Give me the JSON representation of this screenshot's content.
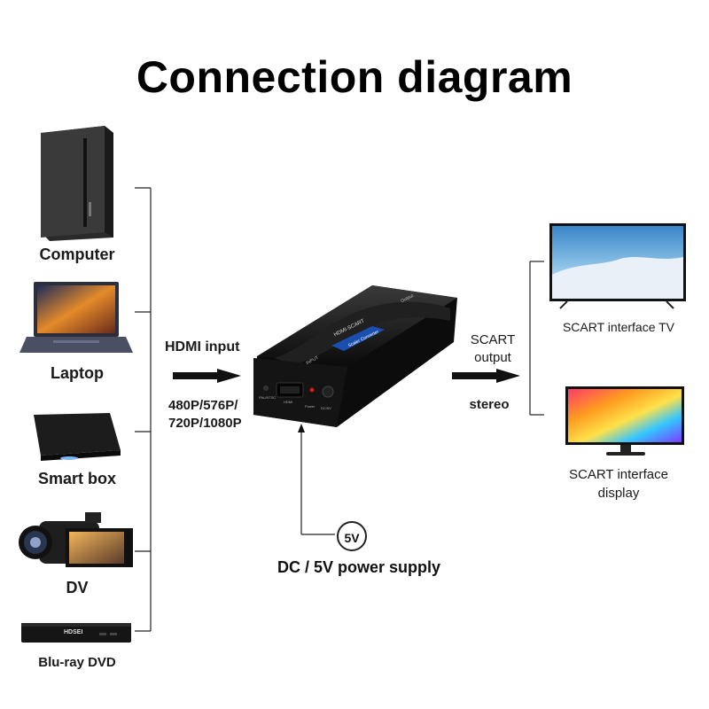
{
  "title": "Connection diagram",
  "sources": [
    {
      "label": "Computer"
    },
    {
      "label": "Laptop"
    },
    {
      "label": "Smart box"
    },
    {
      "label": "DV"
    },
    {
      "label": "Blu-ray DVD"
    }
  ],
  "input": {
    "label": "HDMI input",
    "resolutions_line1": "480P/576P/",
    "resolutions_line2": "720P/1080P"
  },
  "device": {
    "name_line1": "HDMI-SCART",
    "name_line2": "Scaler Converter",
    "port_hdmi": "HDMI",
    "port_power": "Power",
    "port_dc": "DC/5V",
    "port_switch": "PAL/NTSC",
    "top_label": "INPUT",
    "back_label": "Output"
  },
  "output": {
    "label_line1": "SCART",
    "label_line2": "output",
    "stereo": "stereo"
  },
  "targets": [
    {
      "label_line1": "SCART interface TV",
      "label_line2": ""
    },
    {
      "label_line1": "SCART interface",
      "label_line2": "display"
    }
  ],
  "power": {
    "badge": "5V",
    "label": "DC / 5V power supply"
  },
  "blu_ray_brand": "HDSEI"
}
